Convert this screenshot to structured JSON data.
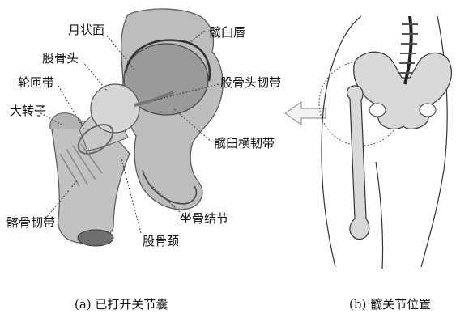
{
  "panel_a": {
    "caption": "(a) 已打开关节囊",
    "labels": {
      "lunate_surface": "月状面",
      "acetabular_labrum": "髋臼唇",
      "femoral_head": "股骨头",
      "zona_orbicularis": "轮匝带",
      "ligament_of_head": "股骨头韧带",
      "greater_trochanter": "大转子",
      "transverse_acetabular_ligament": "髋臼横韧带",
      "ischial_tuberosity": "坐骨结节",
      "iliofemoral_ligament": "髂骨韧带",
      "femoral_neck": "股骨颈"
    }
  },
  "panel_b": {
    "caption": "(b) 髋关节位置"
  },
  "colors": {
    "bone": "#b9b9b9",
    "bone_dark": "#7c7c7c",
    "pelvis_fill": "#d9d9d9",
    "spine_dark": "#222222",
    "arrow_fill": "#f2f2f2"
  }
}
